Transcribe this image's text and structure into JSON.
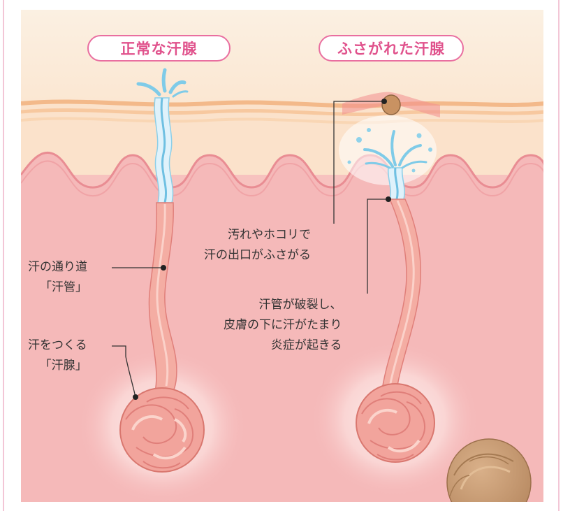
{
  "headings": {
    "normal": "正常な汗腺",
    "blocked": "ふさがれた汗腺"
  },
  "labels": {
    "duct_line1": "汗の通り道",
    "duct_line2": "「汗管」",
    "gland_line1": "汗をつくる",
    "gland_line2": "「汗腺」",
    "clog_line1": "汚れやホコリで",
    "clog_line2": "汗の出口がふさがる",
    "rupture_line1": "汗管が破裂し、",
    "rupture_line2": "皮膚の下に汗がたまり",
    "rupture_line3": "炎症が起きる"
  },
  "colors": {
    "heading": "#e0528c",
    "epidermis": "#fbe0c8",
    "dermis": "#f6bcbc",
    "duct": "#f2a89e",
    "sweat": "#7fcbe8",
    "text": "#333333"
  }
}
